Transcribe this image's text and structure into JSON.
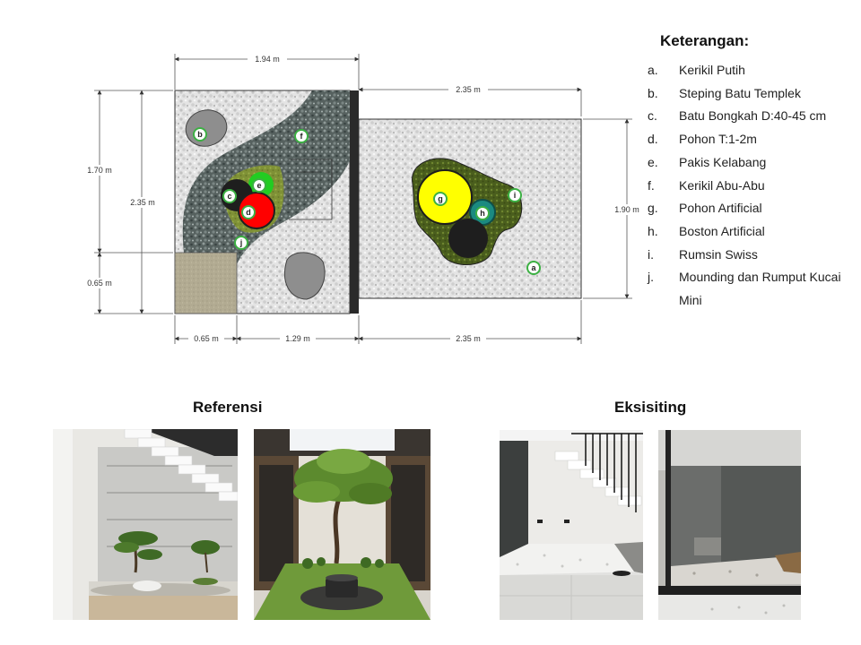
{
  "dimensions": {
    "top_width": "1.94 m",
    "right_width_top": "2.35 m",
    "left_height_upper": "1.70 m",
    "left_height_total": "2.35 m",
    "left_height_lower": "0.65 m",
    "right_height": "1.90 m",
    "bottom_left": "0.65 m",
    "bottom_mid": "1.29 m",
    "bottom_right": "2.35 m"
  },
  "markers": {
    "a": "a",
    "b": "b",
    "c": "c",
    "d": "d",
    "e": "e",
    "f": "f",
    "g": "g",
    "h": "h",
    "i": "i",
    "j": "j"
  },
  "legend": {
    "title": "Keterangan:",
    "items": [
      {
        "letter": "a.",
        "text": "Kerikil Putih"
      },
      {
        "letter": "b.",
        "text": "Steping Batu Templek"
      },
      {
        "letter": "c.",
        "text": "Batu Bongkah D:40-45 cm"
      },
      {
        "letter": "d.",
        "text": "Pohon T:1-2m"
      },
      {
        "letter": "e.",
        "text": "Pakis Kelabang"
      },
      {
        "letter": "f.",
        "text": "Kerikil Abu-Abu"
      },
      {
        "letter": "g.",
        "text": "Pohon Artificial"
      },
      {
        "letter": "h.",
        "text": "Boston Artificial"
      },
      {
        "letter": "i.",
        "text": "Rumsin Swiss"
      },
      {
        "letter": "j.",
        "text": "Mounding dan Rumput Kucai Mini"
      }
    ]
  },
  "sections": {
    "reference": "Referensi",
    "existing": "Eksisiting"
  },
  "colors": {
    "white_gravel": "#dcdcdc",
    "grey_gravel": "#5b6766",
    "grass": "#8a9a3c",
    "tree_yellow": "#ffff00",
    "tree_red": "#ff0000",
    "fern_green": "#22cc22",
    "boulder": "#222222",
    "boston_teal": "#1b8a80"
  }
}
